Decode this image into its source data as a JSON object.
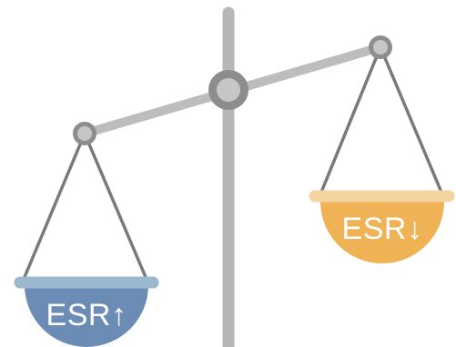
{
  "left_pan": {
    "label": "ESR",
    "arrow": "↑",
    "arrow_direction": "up",
    "color": "#6b8cb4",
    "rim_color": "#9cb8cf"
  },
  "right_pan": {
    "label": "ESR",
    "arrow": "↓",
    "arrow_direction": "down",
    "color": "#efb356",
    "rim_color": "#f4d4a0"
  },
  "colors": {
    "pole": "#b7b7b7",
    "beam": "#bdbdbd",
    "pivot_outer": "#8d8d8d",
    "pivot_inner": "#c6c6c6",
    "strings": "#7a7a7a",
    "background": "#ffffff"
  }
}
